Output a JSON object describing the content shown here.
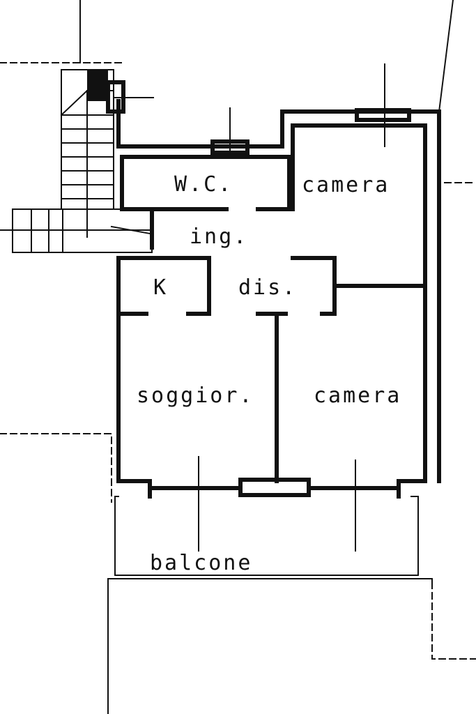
{
  "rooms": {
    "wc": "W.C.",
    "camera_top": "camera",
    "ingresso": "ing.",
    "kitchen": "K",
    "disimpegno": "dis.",
    "soggiorno": "soggior.",
    "camera_bottom": "camera",
    "balcone": "balcone"
  },
  "colors": {
    "ink": "#111111",
    "paper": "#ffffff"
  }
}
